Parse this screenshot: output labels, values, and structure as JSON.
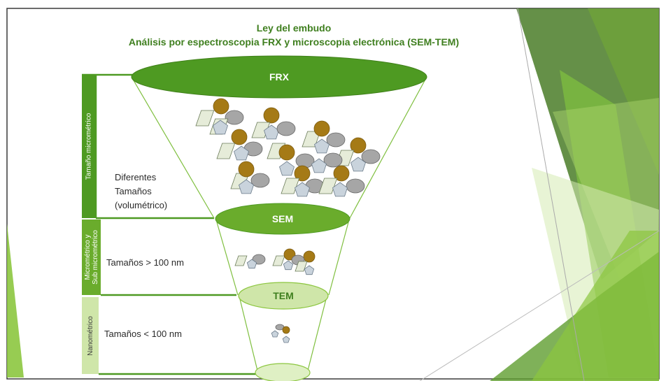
{
  "slide": {
    "title": "Ley del embudo",
    "subtitle": "Análisis por espectroscopia FRX y microscopia electrónica (SEM-TEM)"
  },
  "stages": {
    "frx": "FRX",
    "sem": "SEM",
    "tem": "TEM"
  },
  "side_bars": {
    "micro": "Tamaño micrométrico",
    "submicro_line1": "Micrométrico y",
    "submicro_line2": "Sub micrométrico",
    "nano": "Nanométrico"
  },
  "descriptions": {
    "different_line1": "Diferentes",
    "different_line2": "Tamaños",
    "different_line3": "(volumétrico)",
    "above_100": "Tamaños > 100 nm",
    "below_100": "Tamaños < 100 nm"
  },
  "colors": {
    "title": "#3f7f1f",
    "dark_green": "#4e9a22",
    "mid_green": "#6aac2c",
    "light_green": "#cfe6a9",
    "particle_brown": "#a57a16",
    "particle_gray": "#a6a6a6",
    "particle_pale": "#e6ecd9"
  }
}
